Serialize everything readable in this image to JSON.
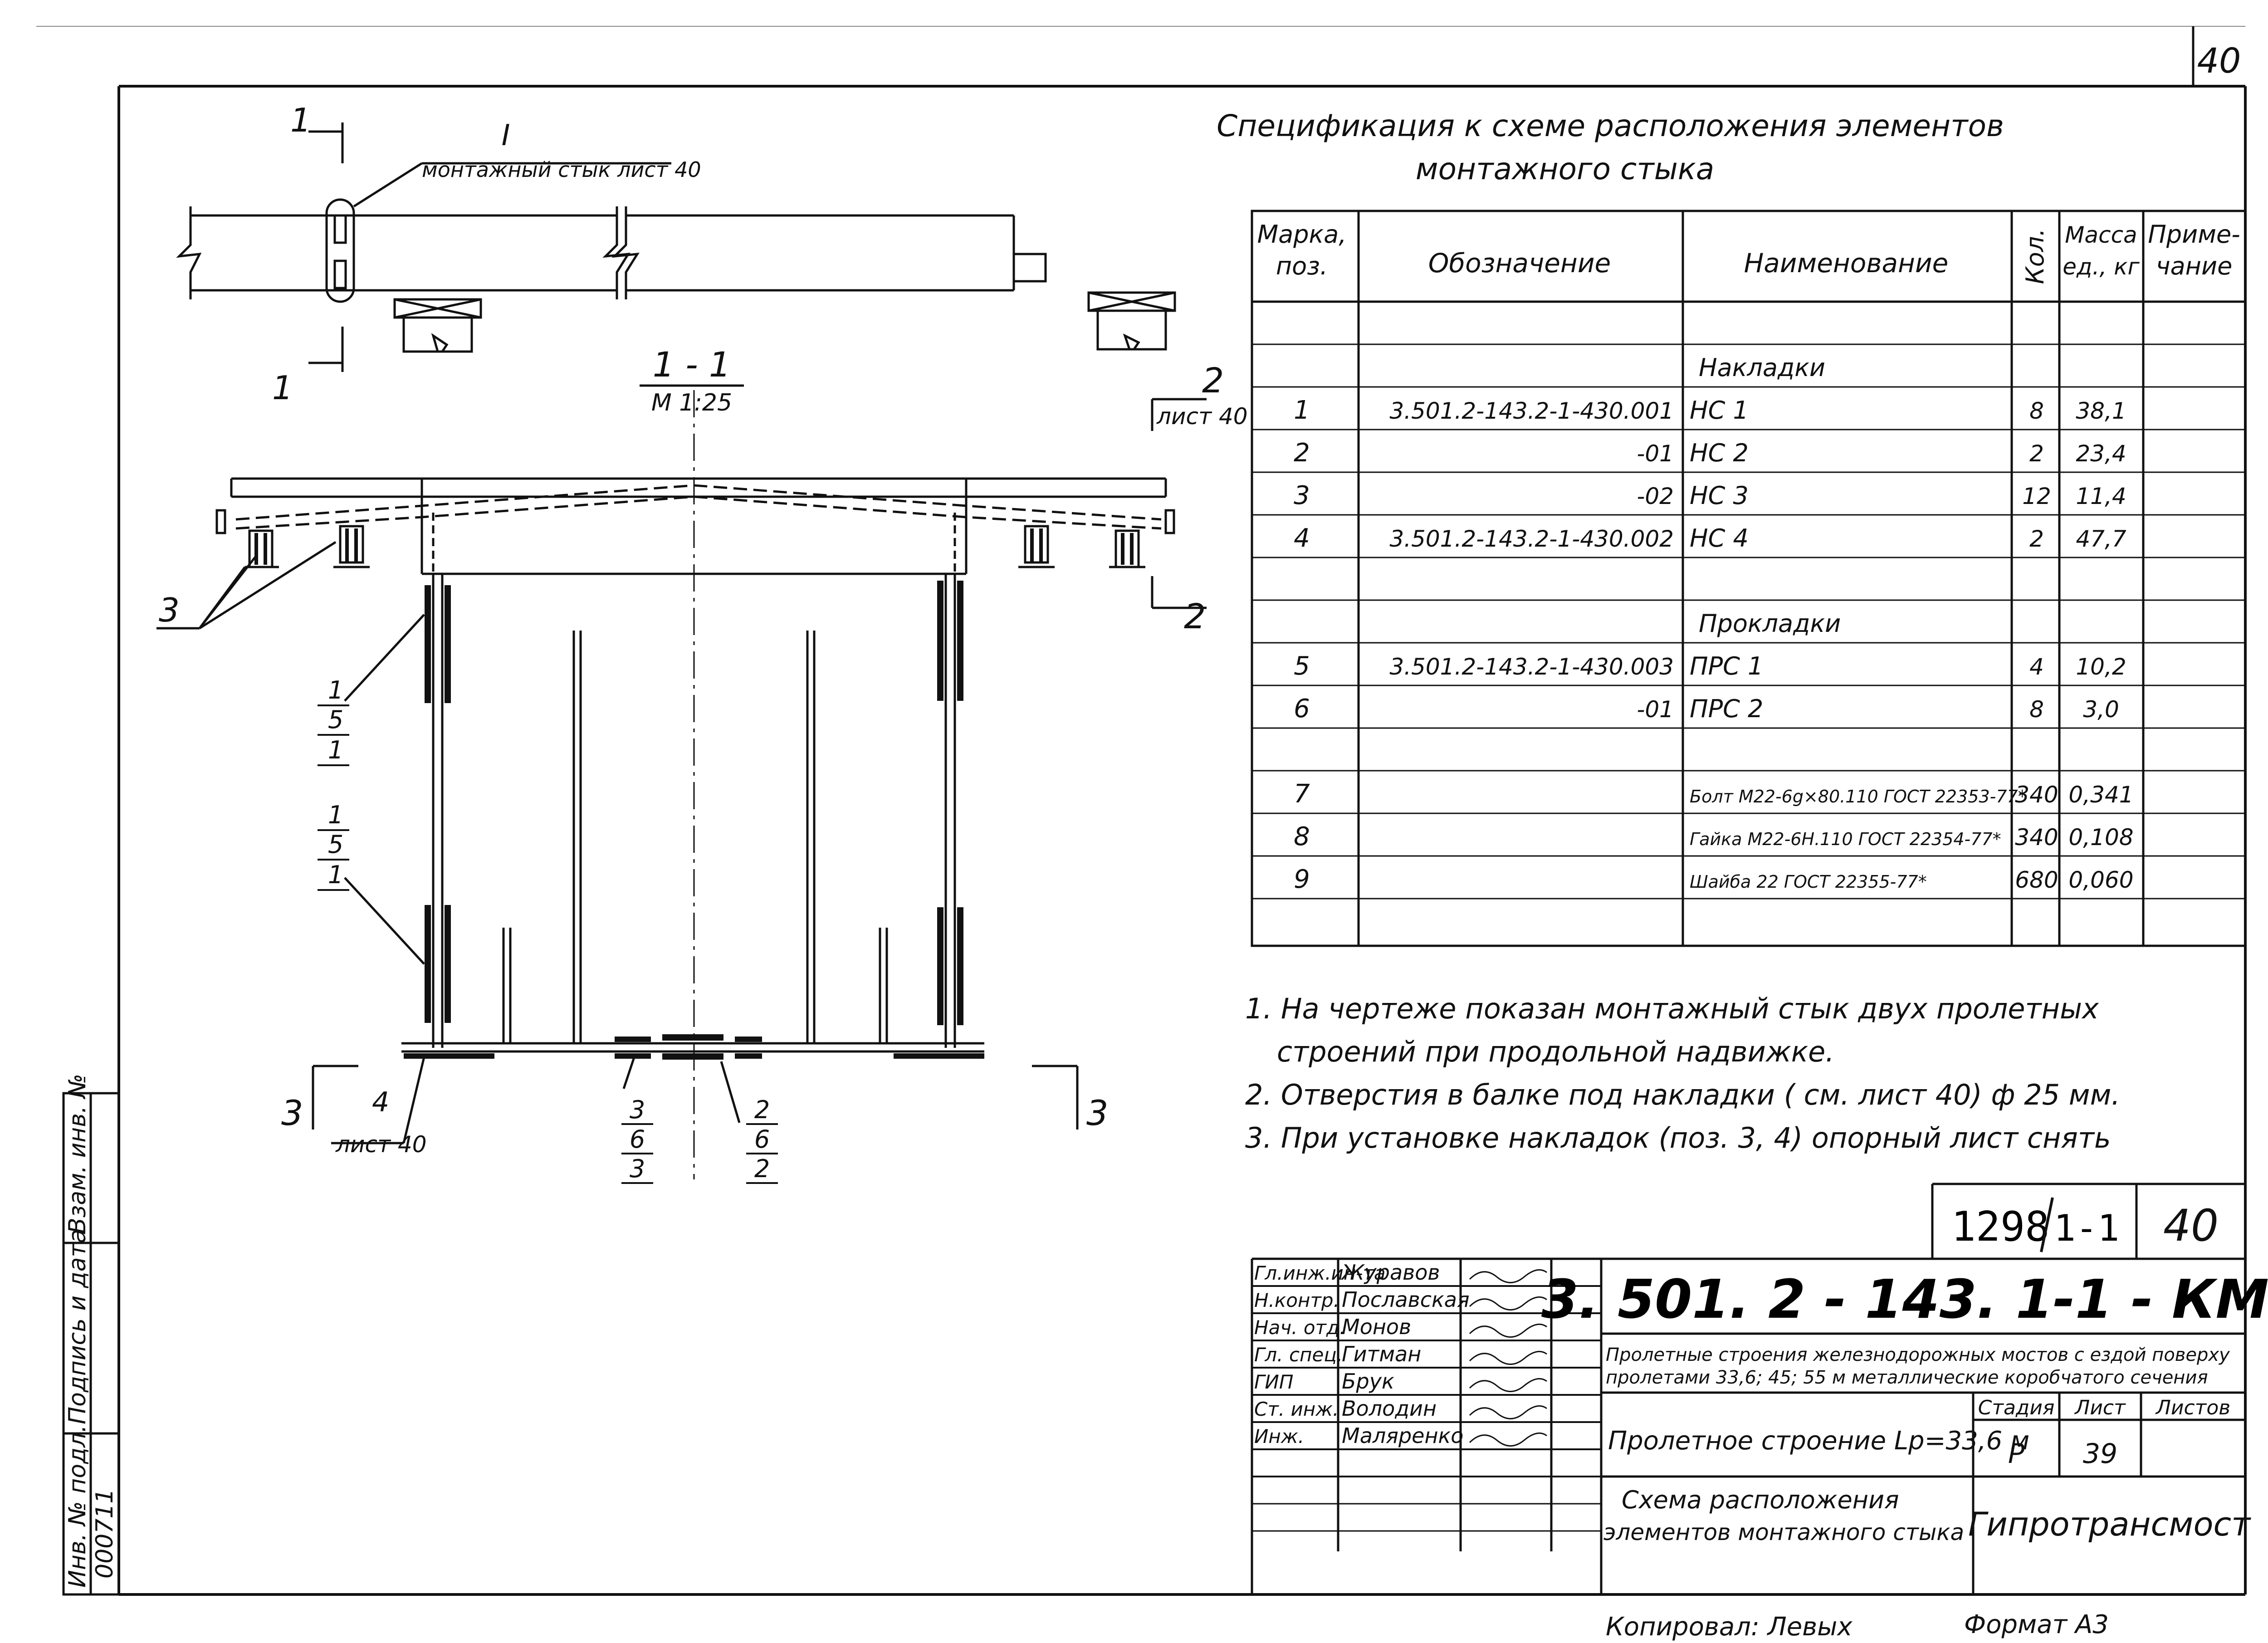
{
  "sheet_corner_number": "40",
  "spec_title_line1": "Спецификация  к  схеме  расположения   элементов",
  "spec_title_line2": "монтажного       стыка",
  "top_view": {
    "section_mark": "1",
    "node_label": "I",
    "node_callout": "монтажный  стык  лист 40"
  },
  "section_view": {
    "title": "1 - 1",
    "scale": "М 1:25",
    "section_2_mark": "2",
    "section_2_ref": "лист 40",
    "section_3_mark": "3",
    "leader_3": "3",
    "callout_a": [
      "1",
      "5",
      "1"
    ],
    "callout_b": [
      "1",
      "5",
      "1"
    ],
    "callout_4": "4",
    "callout_4_ref": "лист 40",
    "callout_c": [
      "3",
      "6",
      "3"
    ],
    "callout_d": [
      "2",
      "6",
      "2"
    ]
  },
  "spec_table": {
    "headers": {
      "mark": [
        "Марка,",
        "поз."
      ],
      "designation": "Обозначение",
      "name": "Наименование",
      "qty": "Кол.",
      "mass": [
        "Масса",
        "ед., кг"
      ],
      "note": [
        "Приме-",
        "чание"
      ]
    },
    "rows": [
      {
        "mark": "",
        "designation": "",
        "name": "",
        "qty": "",
        "mass": ""
      },
      {
        "mark": "",
        "designation": "",
        "name": "Накладки",
        "qty": "",
        "mass": ""
      },
      {
        "mark": "1",
        "designation": "3.501.2-143.2-1-430.001",
        "name": "НС 1",
        "qty": "8",
        "mass": "38,1"
      },
      {
        "mark": "2",
        "designation": "-01",
        "name": "НС 2",
        "qty": "2",
        "mass": "23,4"
      },
      {
        "mark": "3",
        "designation": "-02",
        "name": "НС 3",
        "qty": "12",
        "mass": "11,4"
      },
      {
        "mark": "4",
        "designation": "3.501.2-143.2-1-430.002",
        "name": "НС 4",
        "qty": "2",
        "mass": "47,7"
      },
      {
        "mark": "",
        "designation": "",
        "name": "",
        "qty": "",
        "mass": ""
      },
      {
        "mark": "",
        "designation": "",
        "name": "Прокладки",
        "qty": "",
        "mass": ""
      },
      {
        "mark": "5",
        "designation": "3.501.2-143.2-1-430.003",
        "name": "ПРС 1",
        "qty": "4",
        "mass": "10,2"
      },
      {
        "mark": "6",
        "designation": "-01",
        "name": "ПРС 2",
        "qty": "8",
        "mass": "3,0"
      },
      {
        "mark": "",
        "designation": "",
        "name": "",
        "qty": "",
        "mass": ""
      },
      {
        "mark": "7",
        "designation": "",
        "name": "Болт М22-6g×80.110 ГОСТ 22353-77*",
        "qty": "340",
        "mass": "0,341"
      },
      {
        "mark": "8",
        "designation": "",
        "name": "Гайка М22-6Н.110 ГОСТ 22354-77*",
        "qty": "340",
        "mass": "0,108"
      },
      {
        "mark": "9",
        "designation": "",
        "name": "Шайба 22 ГОСТ 22355-77*",
        "qty": "680",
        "mass": "0,060"
      },
      {
        "mark": "",
        "designation": "",
        "name": "",
        "qty": "",
        "mass": ""
      }
    ]
  },
  "notes": [
    "1. На  чертеже  показан  монтажный  стык  двух  пролетных",
    "строений  при  продольной  надвижке.",
    "2. Отверстия  в  балке  под  накладки  ( см. лист 40)     ф 25 мм.",
    "3. При  установке  накладок  (поз. 3, 4)   опорный  лист  снять"
  ],
  "side_stamp": {
    "inv_no_label": "Инв. № подл.",
    "inv_no_value": "000711",
    "sign_label": "Подпись и дата",
    "vzam_label": "Взам. инв. №"
  },
  "title_block": {
    "project_ref": "1298",
    "project_ref_part": "1-1",
    "sheet_top_number": "40",
    "people": [
      {
        "role": "Гл.инж.ин-та",
        "name": "Журавов"
      },
      {
        "role": "Н.контр.",
        "name": "Пославская"
      },
      {
        "role": "Нач. отд.",
        "name": "Монов"
      },
      {
        "role": "Гл. спец.",
        "name": "Гитман"
      },
      {
        "role": "ГИП",
        "name": "Брук"
      },
      {
        "role": "Ст. инж.",
        "name": "Володин"
      },
      {
        "role": "Инж.",
        "name": "Маляренко"
      }
    ],
    "doc_code": "3. 501. 2 - 143. 1-1 - КМ",
    "project_desc_1": "Пролетные строения железнодорожных мостов с ездой поверху",
    "project_desc_2": "пролетами 33,6; 45; 55 м металлические коробчатого сечения",
    "object_name": "Пролетное строение Lp=33,6 м",
    "stage_label": "Стадия",
    "sheet_label": "Лист",
    "sheets_label": "Листов",
    "stage_value": "Р",
    "sheet_value": "39",
    "drawing_name_1": "Схема      расположения",
    "drawing_name_2": "элементов  монтажного  стыка",
    "organization": "Гипротрансмост"
  },
  "copied_by": "Копировал:  Левых",
  "format": "Формат  А3"
}
